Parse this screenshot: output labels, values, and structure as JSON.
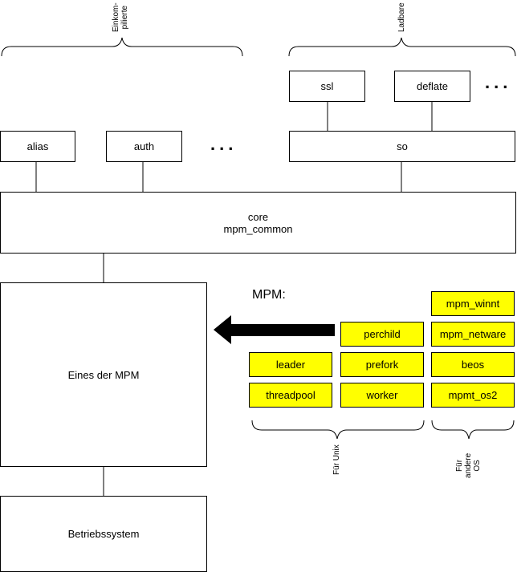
{
  "groups": {
    "compiled_in": {
      "line1": "Einkom-",
      "line2": "pilierte"
    },
    "loadable": {
      "line1": "Ladbare"
    },
    "unix": {
      "line1": "Für Unix"
    },
    "other_os": {
      "line1": "Für",
      "line2": "andere",
      "line3": "OS"
    }
  },
  "modules": {
    "ssl": "ssl",
    "deflate": "deflate",
    "alias": "alias",
    "auth": "auth",
    "so": "so",
    "core_line1": "core",
    "core_line2": "mpm_common",
    "mpm_box": "Eines der MPM",
    "os": "Betriebssystem"
  },
  "ellipsis": "...",
  "mpm_title": "MPM:",
  "mpm_modules": {
    "unix": {
      "perchild": "perchild",
      "leader": "leader",
      "prefork": "prefork",
      "threadpool": "threadpool",
      "worker": "worker"
    },
    "other": {
      "mpm_winnt": "mpm_winnt",
      "mpm_netware": "mpm_netware",
      "beos": "beos",
      "mpmt_os2": "mpmt_os2"
    }
  },
  "colors": {
    "mpm_fill": "#ffff00",
    "line": "#000000"
  }
}
